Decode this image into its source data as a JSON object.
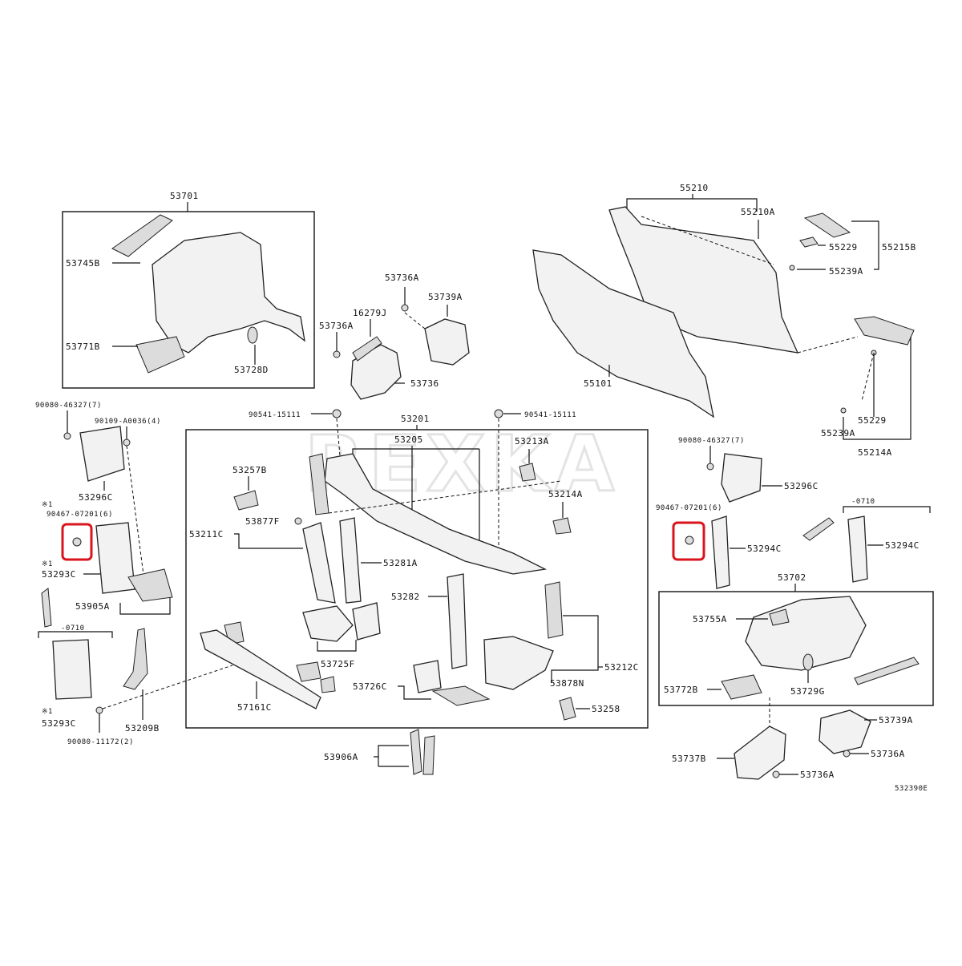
{
  "watermark": "REXKA",
  "figure_code": "532390E",
  "highlight_color": "#d9141c",
  "labels": {
    "p53701": "53701",
    "p53745b": "53745B",
    "p53771b": "53771B",
    "p53728d": "53728D",
    "p53736a_top": "53736A",
    "p53739a_top": "53739A",
    "p53736a_mid": "53736A",
    "p16279j": "16279J",
    "p53736": "53736",
    "p55210": "55210",
    "p55210a": "55210A",
    "p55229_top": "55229",
    "p55215b": "55215B",
    "p55239a_top": "55239A",
    "p55101": "55101",
    "p55229_bot": "55229",
    "p55239a_bot": "55239A",
    "p55214a": "55214A",
    "p90080_46327_l": "90080-46327(7)",
    "p90109_a0036": "90109-A0036(4)",
    "p53296c_l": "53296C",
    "note_l1": "※1",
    "p90467_l": "90467-07201(6)",
    "note_l2": "※1",
    "p53293c_top": "53293C",
    "p53905a": "53905A",
    "range_l": "-0710",
    "note_l3": "※1",
    "p53293c_bot": "53293C",
    "p53209b": "53209B",
    "p90080_11172": "90080-11172(2)",
    "p90541_l": "90541-15111",
    "p90541_r": "90541-15111",
    "p53201": "53201",
    "p53205": "53205",
    "p53213a": "53213A",
    "p53214a": "53214A",
    "p53257b": "53257B",
    "p53877f": "53877F",
    "p53211c": "53211C",
    "p53281a": "53281A",
    "p53282": "53282",
    "p53725f": "53725F",
    "p53726c": "53726C",
    "p53878n": "53878N",
    "p53212c": "53212C",
    "p57161c": "57161C",
    "p53258": "53258",
    "p53906a": "53906A",
    "p90080_46327_r": "90080-46327(7)",
    "p53296c_r": "53296C",
    "p90467_r": "90467-07201(6)",
    "p53294c_l": "53294C",
    "range_r": "-0710",
    "p53294c_r": "53294C",
    "p53702": "53702",
    "p53755a": "53755A",
    "p53772b": "53772B",
    "p53729g": "53729G",
    "p53739a_bot": "53739A",
    "p53736a_bot1": "53736A",
    "p53737b": "53737B",
    "p53736a_bot2": "53736A"
  }
}
